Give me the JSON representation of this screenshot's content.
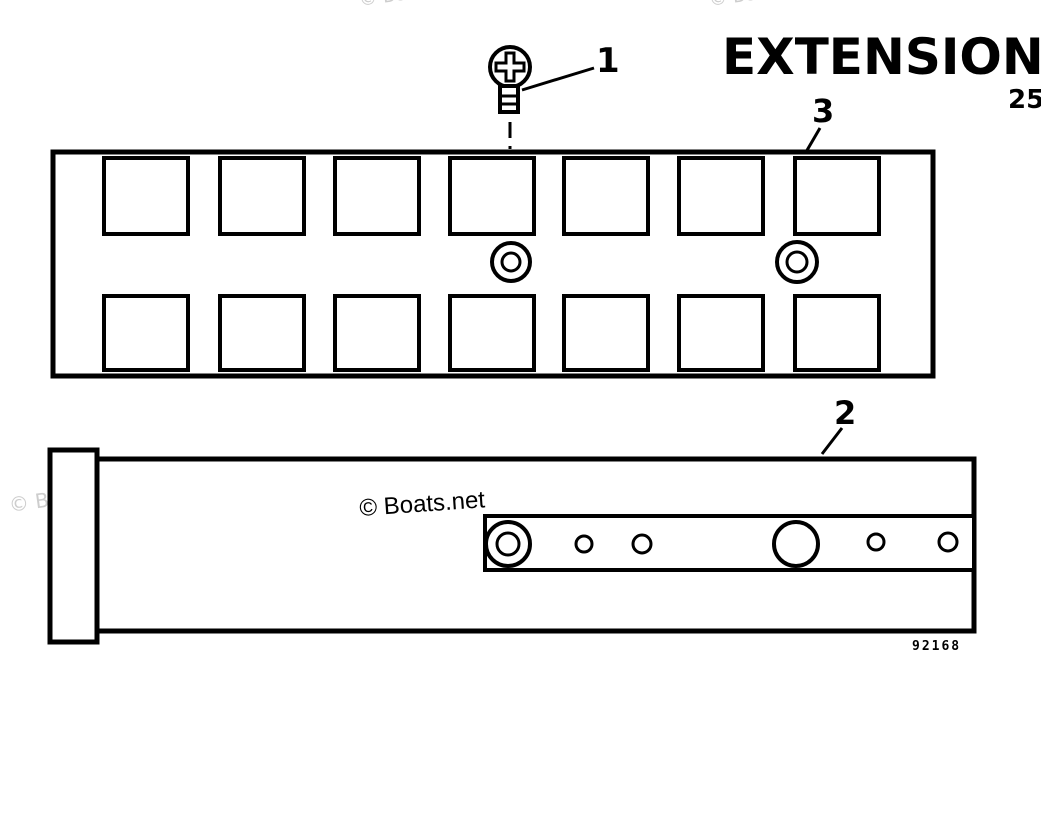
{
  "diagram": {
    "title": "EXTENSION",
    "subtitle": "25",
    "drawing_number": "92168",
    "credit": "© Boats.net",
    "watermark": "© Boats.net",
    "callouts": [
      {
        "label": "1",
        "part": "screw"
      },
      {
        "label": "2",
        "part": "tiller-extension-tube"
      },
      {
        "label": "3",
        "part": "grip-plate"
      }
    ],
    "colors": {
      "line": "#000000",
      "watermark": "#c8c8c8",
      "background": "#ffffff"
    }
  }
}
